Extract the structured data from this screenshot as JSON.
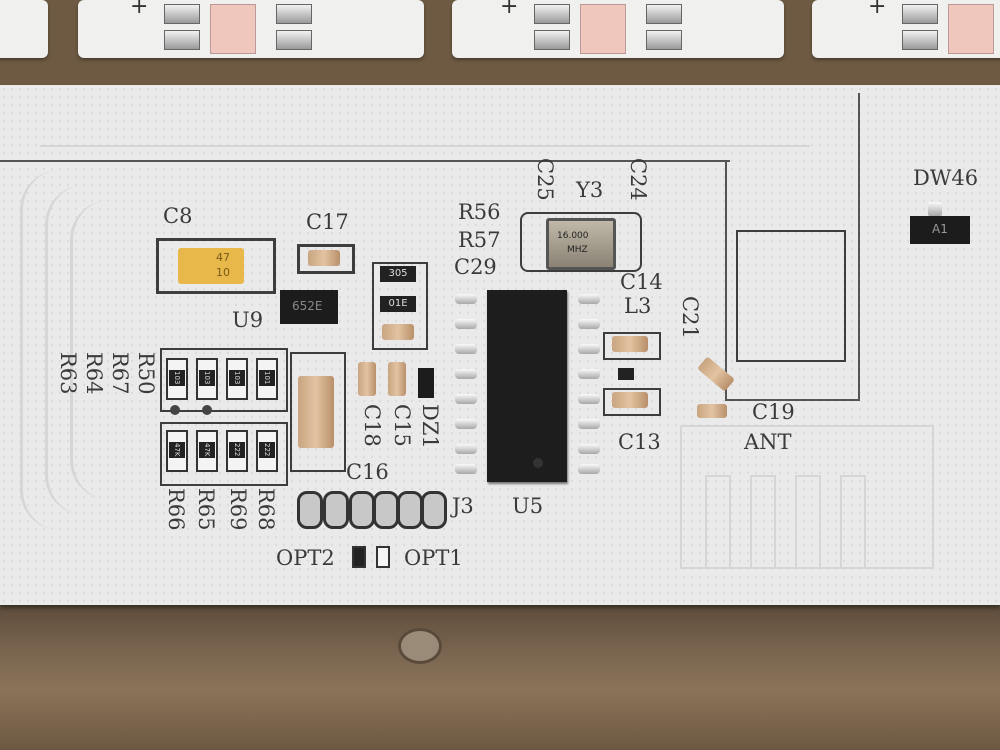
{
  "labels": {
    "c8": "C8",
    "c17": "C17",
    "u9": "U9",
    "r56": "R56",
    "r57": "R57",
    "c29": "C29",
    "c25": "C25",
    "y3": "Y3",
    "c24": "C24",
    "c14": "C14",
    "l3": "L3",
    "c21": "C21",
    "c13": "C13",
    "c19": "C19",
    "ant": "ANT",
    "dw46": "DW46",
    "u5": "U5",
    "j3": "J3",
    "opt2": "OPT2",
    "opt1": "OPT1",
    "c16": "C16",
    "c18": "C18",
    "c15": "C15",
    "dz1": "DZ1",
    "r63": "R63",
    "r64": "R64",
    "r67": "R67",
    "r50": "R50",
    "r66": "R66",
    "r65": "R65",
    "r69": "R69",
    "r68": "R68"
  },
  "markings": {
    "crystal_freq": "16.000",
    "crystal_unit": "MHZ",
    "u9_code": "652E",
    "dw46_code": "A1",
    "tantalum_1": "47",
    "tantalum_2": "10",
    "res_top": [
      "103",
      "103",
      "103",
      "101"
    ],
    "res_bottom": [
      "47K",
      "47K",
      "222",
      "222"
    ],
    "r305": "305",
    "r01e": "01E"
  },
  "colors": {
    "board": "#eaeaea",
    "silk": "#3a3a3a",
    "chip": "#1d1d1d",
    "tantalum": "#e8b84a"
  }
}
